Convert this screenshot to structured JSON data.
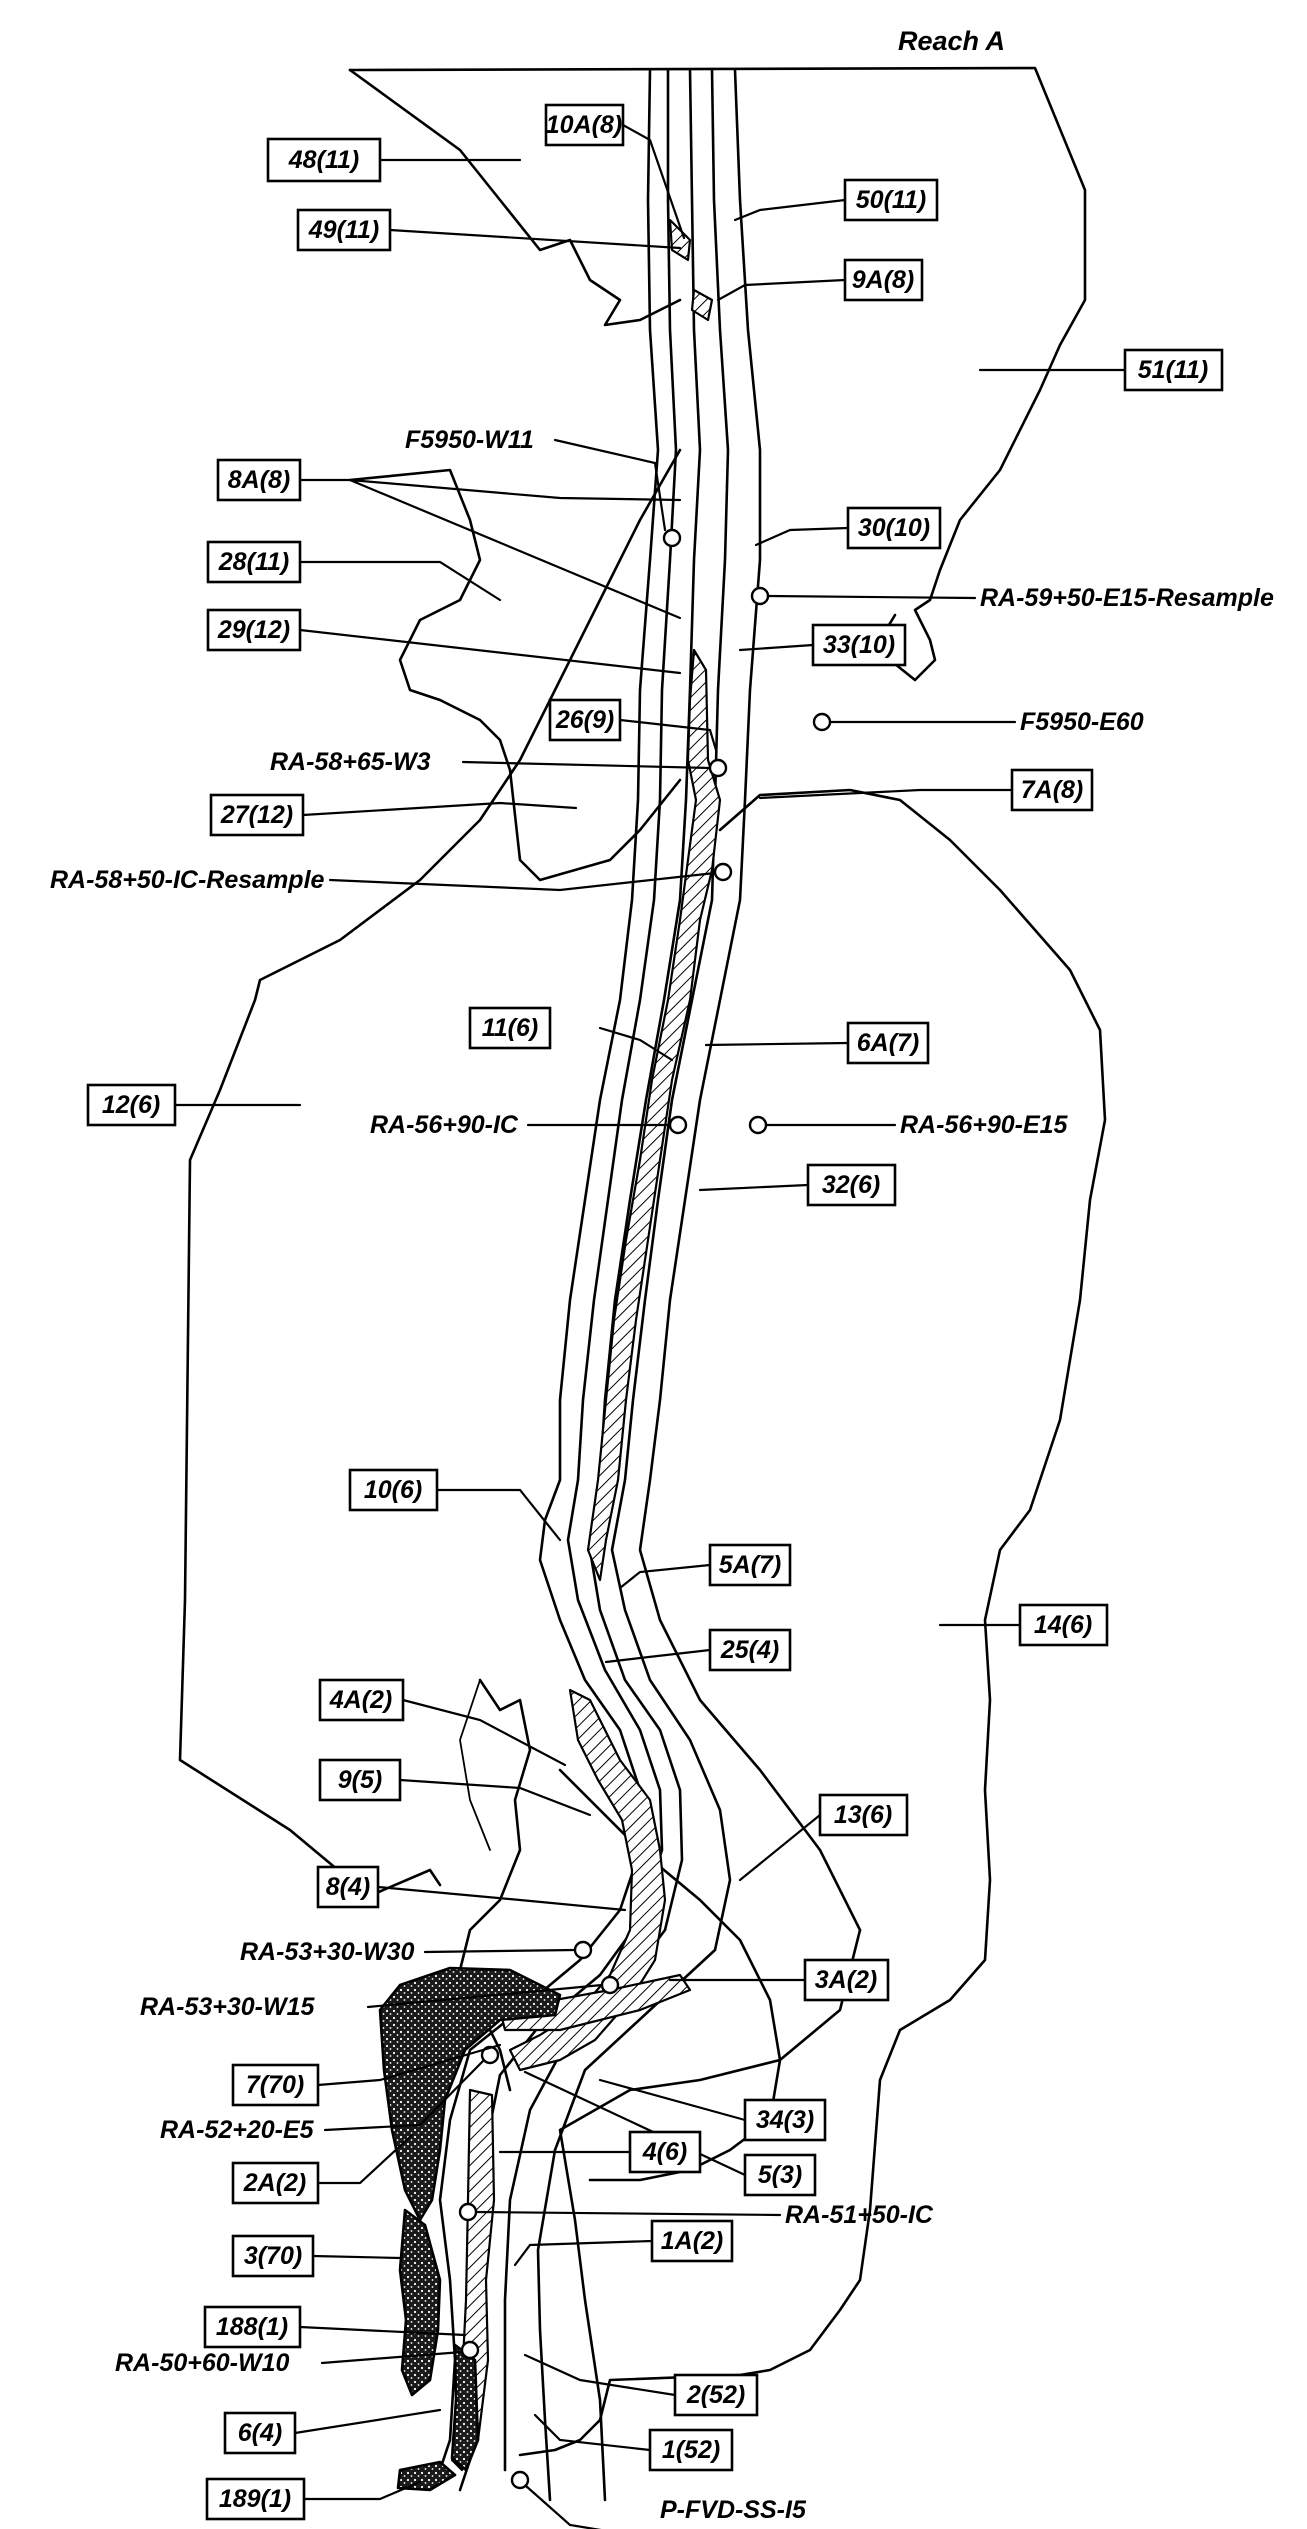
{
  "reach_title": "Reach A",
  "area_labels": [
    "48(11)",
    "10A(8)",
    "49(11)",
    "50(11)",
    "9A(8)",
    "51(11)",
    "8A(8)",
    "30(10)",
    "28(11)",
    "29(12)",
    "33(10)",
    "26(9)",
    "7A(8)",
    "27(12)",
    "11(6)",
    "6A(7)",
    "12(6)",
    "32(6)",
    "10(6)",
    "5A(7)",
    "25(4)",
    "14(6)",
    "4A(2)",
    "9(5)",
    "13(6)",
    "8(4)",
    "3A(2)",
    "7(70)",
    "34(3)",
    "5(3)",
    "2A(2)",
    "4(6)",
    "3(70)",
    "1A(2)",
    "188(1)",
    "2(52)",
    "6(4)",
    "1(52)",
    "189(1)"
  ],
  "sample_labels": [
    "F5950-W11",
    "RA-59+50-E15-Resample",
    "F5950-E60",
    "RA-58+65-W3",
    "RA-58+50-IC-Resample",
    "RA-56+90-IC",
    "RA-56+90-E15",
    "RA-53+30-W30",
    "RA-53+30-W15",
    "RA-52+20-E5",
    "RA-51+50-IC",
    "RA-50+60-W10",
    "P-FVD-SS-I5"
  ]
}
